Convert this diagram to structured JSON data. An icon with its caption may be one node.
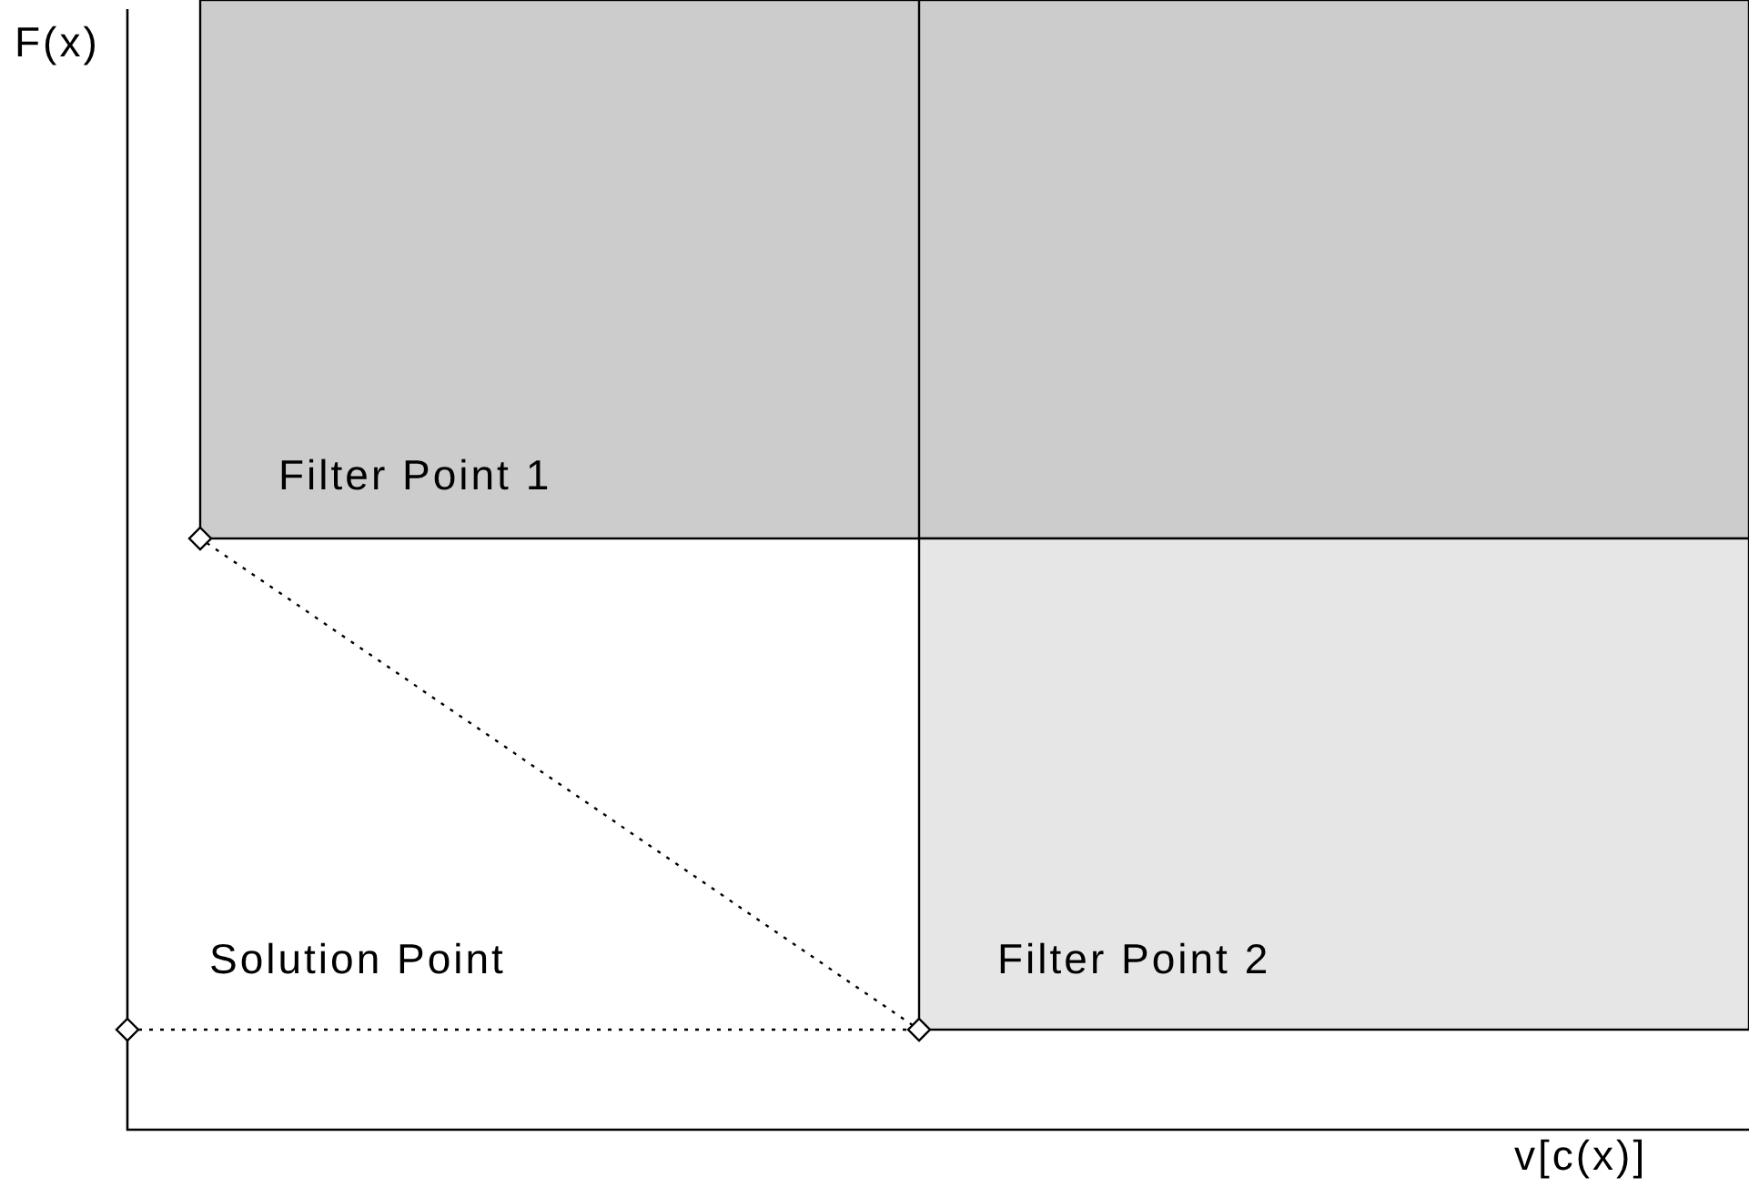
{
  "diagram": {
    "nodes": [
      {
        "text": [],
        "shape": "diamond",
        "beside": [
          "Filter Point 1"
        ]
      },
      {
        "text": [],
        "shape": "diamond",
        "beside": [
          "Solution Point"
        ]
      },
      {
        "text": [],
        "shape": "diamond",
        "beside": [
          "Filter Point 2"
        ]
      }
    ],
    "edges": [
      {
        "from": 0,
        "to": 2,
        "arrow": "none",
        "style": "dashed"
      },
      {
        "from": 1,
        "to": 2,
        "arrow": "none",
        "style": "dashed"
      }
    ],
    "labels": [
      "F(x)",
      "v[c(x)]"
    ]
  }
}
